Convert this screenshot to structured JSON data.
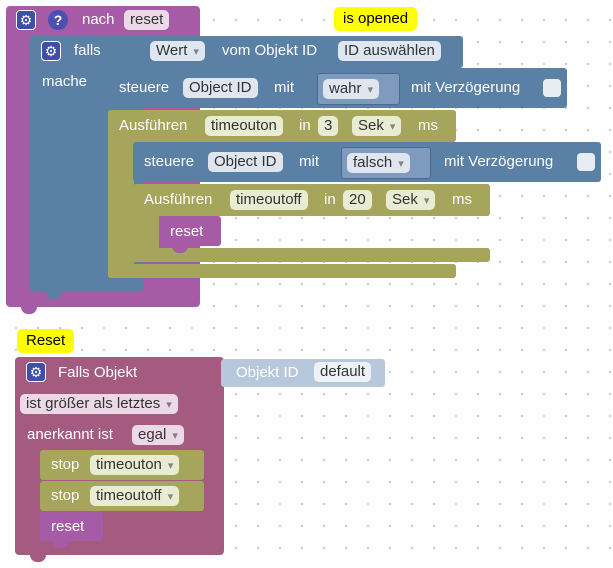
{
  "colors": {
    "event_purple": "#a55ba5",
    "logic_blue": "#5b80a5",
    "timer_olive": "#a5a55b",
    "trigger_mauve": "#a55b80",
    "getter_light_blue": "#b8c8dc",
    "comment_yellow": "#ffff00"
  },
  "block1": {
    "nach_label": "nach",
    "nach_event": "reset",
    "comment": "is opened",
    "icons": [
      "gear-icon",
      "help-icon"
    ],
    "falls_label": "falls",
    "wert_dropdown": "Wert",
    "vom_objekt_label": "vom Objekt ID",
    "id_select": "ID auswählen",
    "mache_label": "mache",
    "steuere1": {
      "label": "steuere",
      "object_id": "Object ID",
      "mit_label": "mit",
      "value": "wahr",
      "delay_label": "mit Verzögerung"
    },
    "timeout1": {
      "label": "Ausführen",
      "name": "timeouton",
      "in_label": "in",
      "amount": "3",
      "unit": "Sek",
      "ms_label": "ms"
    },
    "steuere2": {
      "label": "steuere",
      "object_id": "Object ID",
      "mit_label": "mit",
      "value": "falsch",
      "delay_label": "mit Verzögerung"
    },
    "timeout2": {
      "label": "Ausführen",
      "name": "timeoutoff",
      "in_label": "in",
      "amount": "20",
      "unit": "Sek",
      "ms_label": "ms"
    },
    "call_reset": "reset"
  },
  "block2": {
    "comment": "Reset",
    "falls_objekt_label": "Falls Objekt",
    "objekt_id_label": "Objekt ID",
    "objekt_id_value": "default",
    "condition_dropdown": "ist größer als letztes",
    "anerkannt_label": "anerkannt ist",
    "anerkannt_value": "egal",
    "stop1": {
      "label": "stop",
      "name": "timeouton"
    },
    "stop2": {
      "label": "stop",
      "name": "timeoutoff"
    },
    "call_reset": "reset"
  }
}
